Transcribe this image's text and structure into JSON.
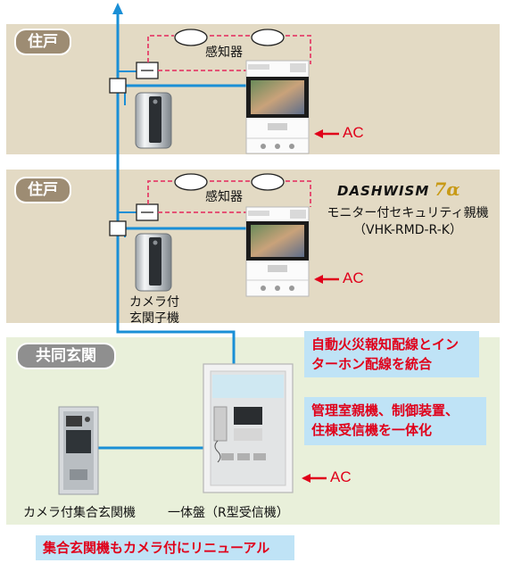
{
  "sections": {
    "dwelling1": {
      "label": "住戸"
    },
    "dwelling2": {
      "label": "住戸"
    },
    "entrance": {
      "label": "共同玄関"
    }
  },
  "sensor_label_1": "感知器",
  "sensor_label_2": "感知器",
  "ac_labels": [
    "AC",
    "AC",
    "AC"
  ],
  "brand": {
    "name": "DASHWISM",
    "suffix": "7α"
  },
  "monitor_label": [
    "モニター付セキュリティ親機",
    "（VHK-RMD-R-K）"
  ],
  "door_station_label": [
    "カメラ付",
    "玄関子機"
  ],
  "lobby_unit_label": "カメラ付集合玄関機",
  "integrated_panel_label": "一体盤（R型受信機）",
  "callouts": {
    "wiring": [
      "自動火災報知配線とイン",
      "ターホン配線を統合"
    ],
    "integration": [
      "管理室親機、制御装置、",
      "住棟受信機を一体化"
    ],
    "renewal": "集合玄関機もカメラ付にリニューアル"
  },
  "colors": {
    "dwelling_bg": "#e3dac4",
    "entrance_bg": "#e9f0da",
    "wire_blue": "#1a8fd6",
    "sensor_wire": "#e4406a",
    "accent_red": "#e0001a",
    "callout_bg": "#bfe3f6"
  }
}
